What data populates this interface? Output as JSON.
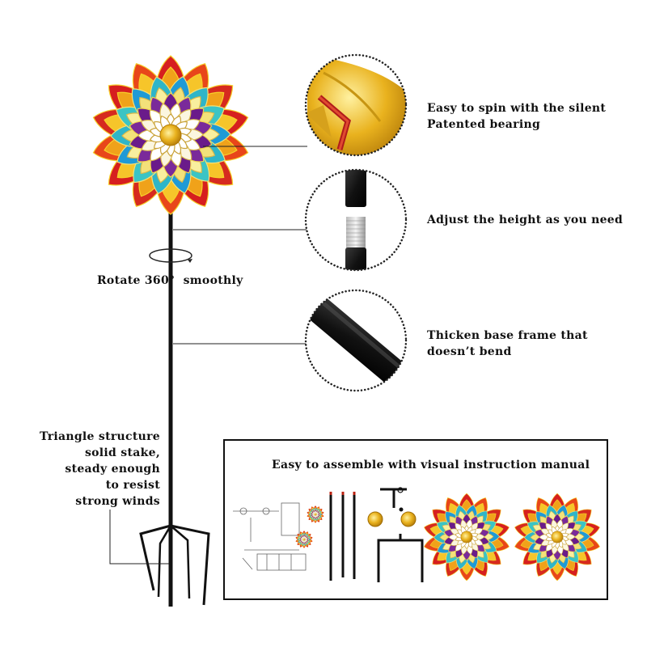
{
  "callouts": {
    "bearing": {
      "line1": "Easy to spin with the silent",
      "line2": "Patented bearing"
    },
    "height": "Adjust the height as you need",
    "base": {
      "line1": "Thicken base frame that",
      "line2": "doesn’t bend"
    },
    "rotate": "Rotate 360°  smoothly",
    "stake": {
      "line1": "Triangle structure",
      "line2": "solid stake,",
      "line3": "steady enough",
      "line4": "to resist",
      "line5": "strong winds"
    }
  },
  "manual": {
    "title": "Easy to assemble with visual instruction manual"
  },
  "colors": {
    "pole": "#111111",
    "petal_outer": [
      "#d61f1f",
      "#f0a21a",
      "#f6d02a"
    ],
    "petal_mid": [
      "#1f9ad6",
      "#3bc4c4",
      "#f3e17a"
    ],
    "petal_inner": "#6a1b8a",
    "center": "#e8b10a",
    "bearing_gold": "#e9b21e"
  },
  "icons": {
    "rotate": "rotate-arrow-icon"
  }
}
